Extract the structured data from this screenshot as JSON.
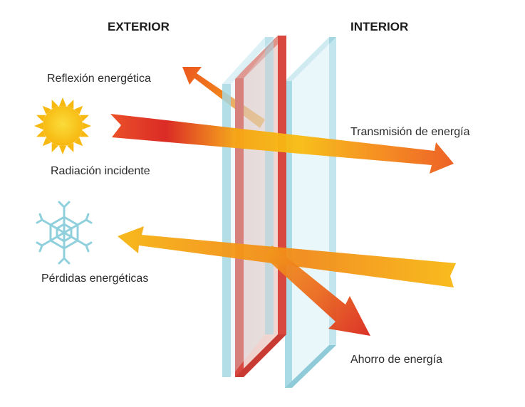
{
  "headers": {
    "exterior": "EXTERIOR",
    "interior": "INTERIOR"
  },
  "labels": {
    "reflection": "Reflexión energética",
    "incident": "Radiación incidente",
    "transmission": "Transmisión de energía",
    "losses": "Pérdidas energéticas",
    "savings": "Ahorro de energía"
  },
  "icons": {
    "sun": "sun-icon",
    "snowflake": "snowflake-icon"
  },
  "colors": {
    "arrow_red": "#d4231e",
    "arrow_orange": "#ee6a1a",
    "arrow_yellow": "#f8b810",
    "glass_blue": "#a6d8e4",
    "glass_red": "#d8483e",
    "sun_yellow": "#f9c313",
    "snow_blue": "#8fd0dc"
  }
}
